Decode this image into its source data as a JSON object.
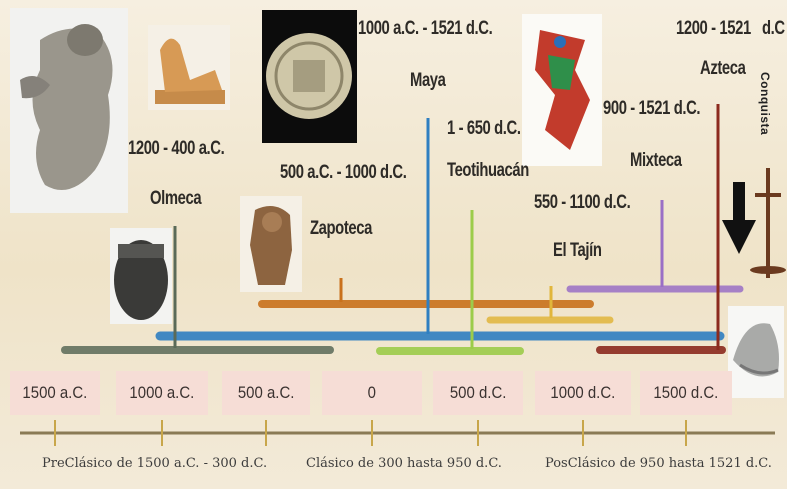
{
  "cultures": [
    {
      "name": "Olmeca",
      "range": "1200 - 400 a.C.",
      "color": "#5a6a58"
    },
    {
      "name": "Zapoteca",
      "range": "500 a.C. - 1000 d.C.",
      "color": "#c9711c"
    },
    {
      "name": "Maya",
      "range": "1000 a.C. - 1521 d.C.",
      "color": "#2f7fc1"
    },
    {
      "name": "Teotihuacán",
      "range": "1 - 650 d.C.",
      "color": "#9ccc4a"
    },
    {
      "name": "El Tajín",
      "range": "550 - 1100 d.C.",
      "color": "#e1b63b"
    },
    {
      "name": "Mixteca",
      "range": "900 - 1521 d.C.",
      "color": "#9a6fc6"
    },
    {
      "name": "Azteca",
      "range": "1200 - 1521",
      "color": "#8c2a1e"
    }
  ],
  "azteca_suffix": "d.C",
  "conquista": "Conquista",
  "axis": {
    "ticks": [
      "1500 a.C.",
      "1000 a.C.",
      "500 a.C.",
      "0",
      "500 d.C.",
      "1000 d.C.",
      "1500 d.C."
    ]
  },
  "periods": [
    {
      "label": "PreClásico de 1500 a.C. - 300 d.C."
    },
    {
      "label": "Clásico de 300 hasta 950 d.C."
    },
    {
      "label": "PosClásico de 950 hasta 1521 d.C."
    }
  ]
}
